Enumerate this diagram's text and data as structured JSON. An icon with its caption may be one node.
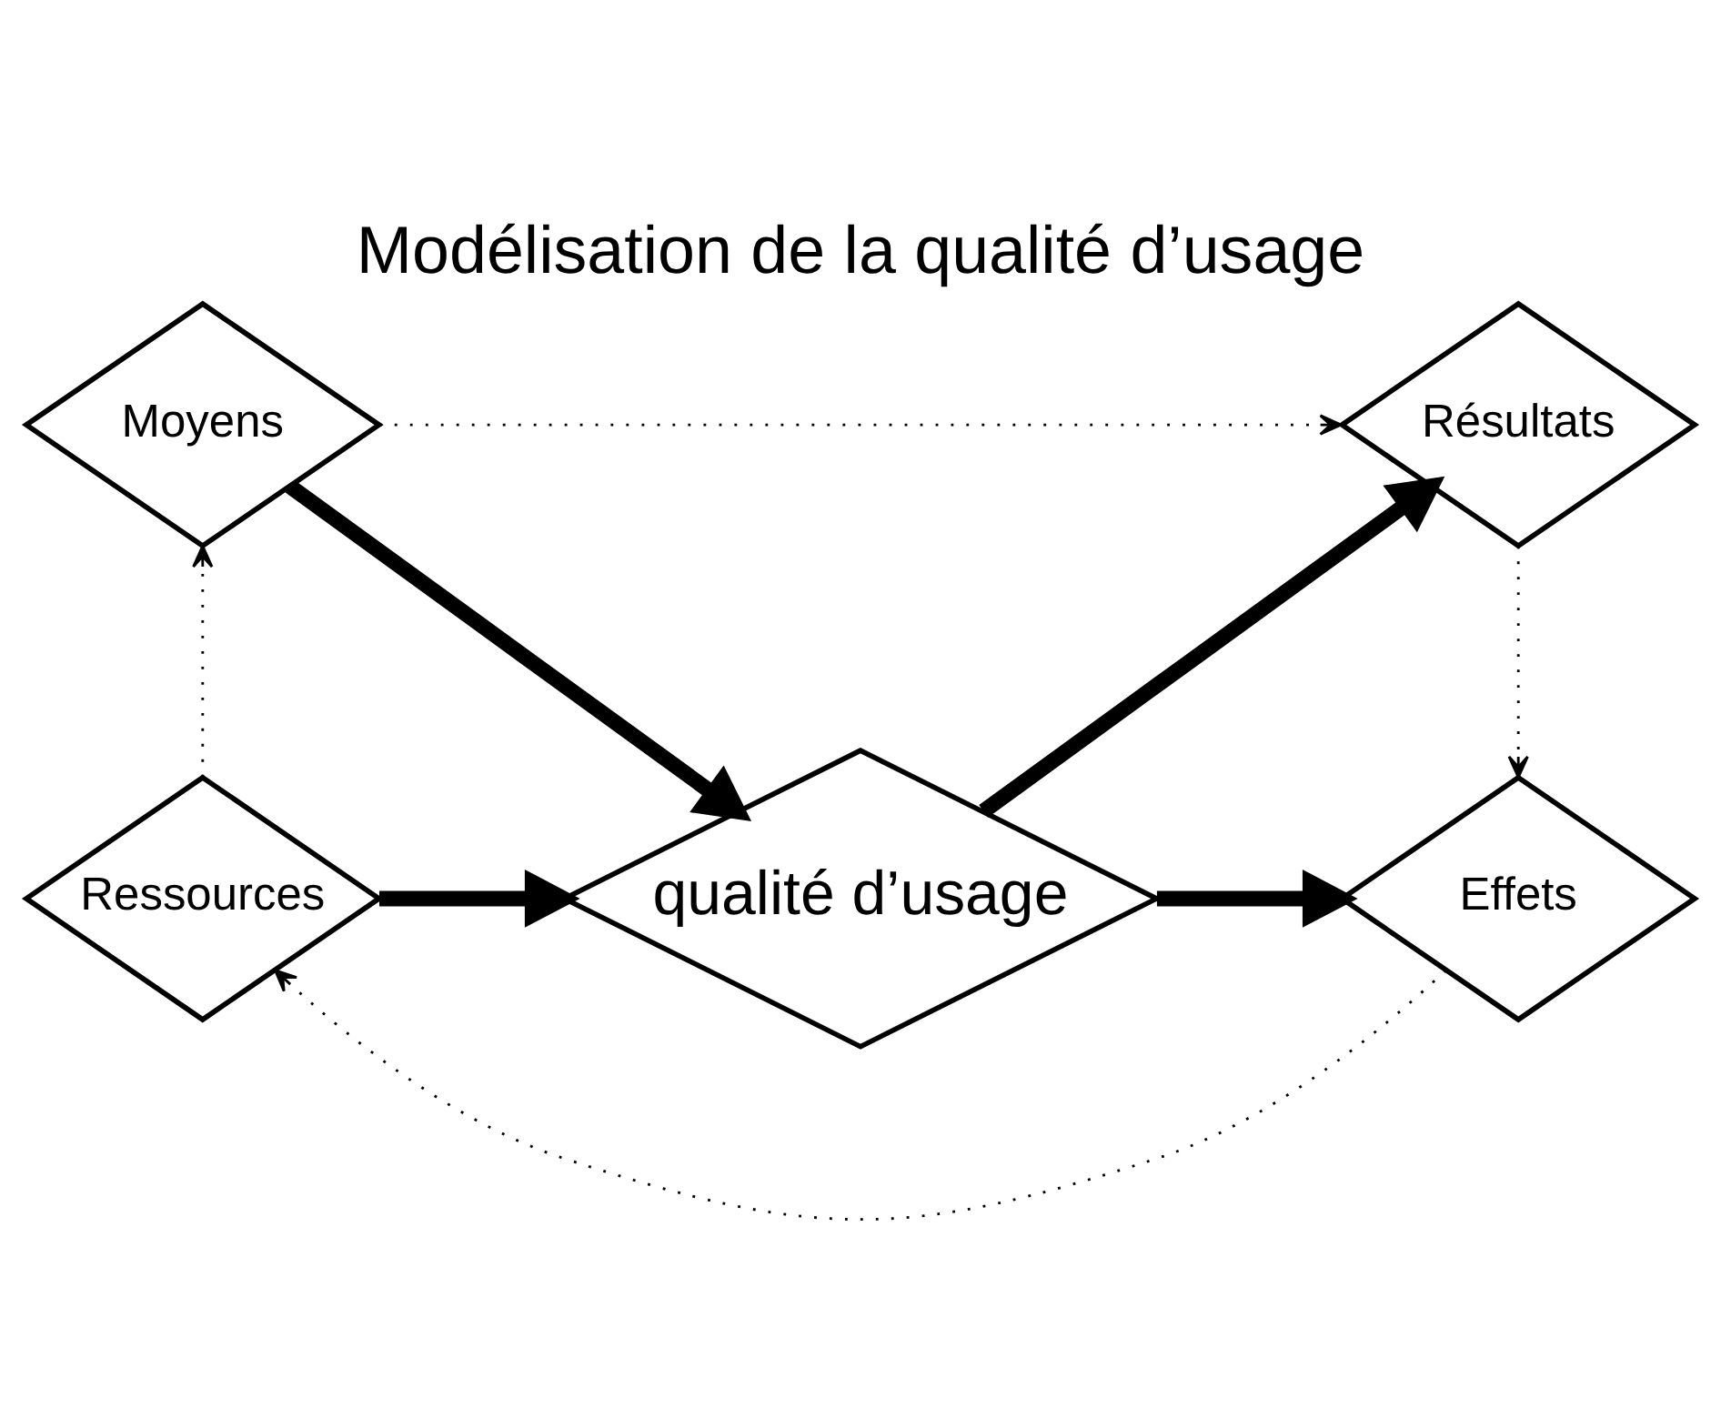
{
  "diagram": {
    "title": "Modélisation de la qualité d’usage",
    "nodes": [
      {
        "text": [
          "Moyens"
        ]
      },
      {
        "text": [
          "Résultats"
        ]
      },
      {
        "text": [
          "qualité d’usage"
        ]
      },
      {
        "text": [
          "Ressources"
        ]
      },
      {
        "text": [
          "Effets"
        ]
      }
    ],
    "edges": [
      {
        "from": 0,
        "to": 1,
        "arrow": "to",
        "style": "dashed"
      },
      {
        "from": 0,
        "to": 2,
        "arrow": "to",
        "style": "thick"
      },
      {
        "from": 2,
        "to": 1,
        "arrow": "to",
        "style": "thick"
      },
      {
        "from": 1,
        "to": 4,
        "arrow": "to",
        "style": "dashed"
      },
      {
        "from": 3,
        "to": 2,
        "arrow": "to",
        "style": "thick"
      },
      {
        "from": 2,
        "to": 4,
        "arrow": "to",
        "style": "thick"
      },
      {
        "from": 4,
        "to": 3,
        "arrow": "to",
        "style": "dashed"
      },
      {
        "from": 3,
        "to": 0,
        "arrow": "to",
        "style": "dashed"
      }
    ]
  }
}
